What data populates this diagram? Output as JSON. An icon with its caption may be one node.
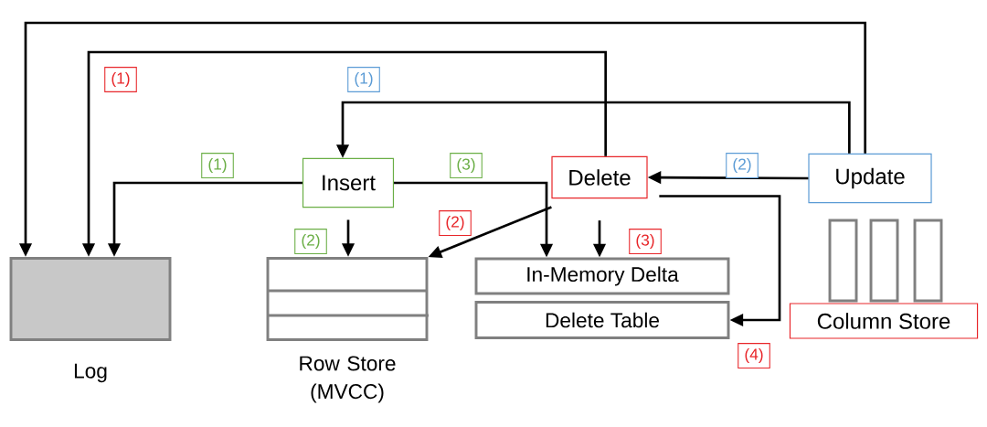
{
  "diagram": {
    "nodes": [
      {
        "text": [
          "Log"
        ]
      },
      {
        "text": [
          "Row Store (MVCC)"
        ]
      },
      {
        "text": [
          "Insert"
        ]
      },
      {
        "text": [
          "Delete"
        ]
      },
      {
        "text": [
          "Update"
        ]
      },
      {
        "text": [
          "In-Memory Delta"
        ]
      },
      {
        "text": [
          "Delete Table"
        ]
      },
      {
        "text": [
          "Column Store"
        ]
      }
    ],
    "edges": [
      {
        "from": 4,
        "to": 0,
        "arrow": "to"
      },
      {
        "from": 3,
        "to": 0,
        "arrow": "to",
        "label": "(1)"
      },
      {
        "from": 4,
        "to": 2,
        "arrow": "to",
        "label": "(1)"
      },
      {
        "from": 2,
        "to": 0,
        "arrow": "to",
        "label": "(1)"
      },
      {
        "from": 2,
        "to": 1,
        "arrow": "to",
        "label": "(2)"
      },
      {
        "from": 2,
        "to": 5,
        "arrow": "to",
        "label": "(3)"
      },
      {
        "from": 4,
        "to": 3,
        "arrow": "to",
        "label": "(2)"
      },
      {
        "from": 3,
        "to": 1,
        "arrow": "to",
        "label": "(2)"
      },
      {
        "from": 3,
        "to": 5,
        "arrow": "to",
        "label": "(3)"
      },
      {
        "from": 3,
        "to": 6,
        "arrow": "to",
        "label": "(4)"
      }
    ]
  }
}
